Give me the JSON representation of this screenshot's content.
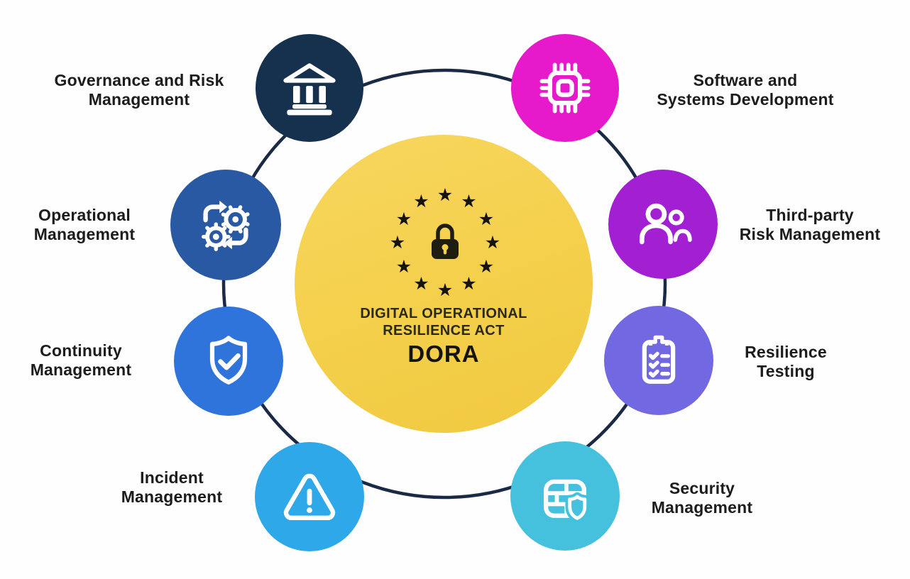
{
  "diagram_title": "DORA — Digital Operational Resilience Act overview",
  "background_color": "#fefefe",
  "ring_color": "#1b2a44",
  "center": {
    "acronym": "DORA",
    "title_line1": "DIGITAL OPERATIONAL",
    "title_line2": "RESILIENCE ACT",
    "star_count": 12,
    "star_color": "#15130b",
    "circle_color": "#f4cf4a",
    "icon": "lock-icon"
  },
  "nodes": [
    {
      "id": "governance",
      "icon": "bank-icon",
      "color": "#16314e",
      "lines": [
        "Governance and Risk",
        "Management"
      ]
    },
    {
      "id": "software",
      "icon": "chip-icon",
      "color": "#e619cb",
      "lines": [
        "Software and",
        "Systems Development"
      ]
    },
    {
      "id": "operational",
      "icon": "gears-icon",
      "color": "#2a59a4",
      "lines": [
        "Operational",
        "Management"
      ]
    },
    {
      "id": "thirdparty",
      "icon": "people-icon",
      "color": "#a21fd2",
      "lines": [
        "Third-party",
        "Risk Management"
      ]
    },
    {
      "id": "continuity",
      "icon": "shield-check-icon",
      "color": "#2e74db",
      "lines": [
        "Continuity",
        "Management"
      ]
    },
    {
      "id": "resilience",
      "icon": "clipboard-checklist-icon",
      "color": "#7168e2",
      "lines": [
        "Resilience",
        "Testing"
      ]
    },
    {
      "id": "incident",
      "icon": "warning-triangle-icon",
      "color": "#2ea8e8",
      "lines": [
        "Incident",
        "Management"
      ]
    },
    {
      "id": "security",
      "icon": "firewall-shield-icon",
      "color": "#45c1dd",
      "lines": [
        "Security",
        "Management"
      ]
    }
  ]
}
